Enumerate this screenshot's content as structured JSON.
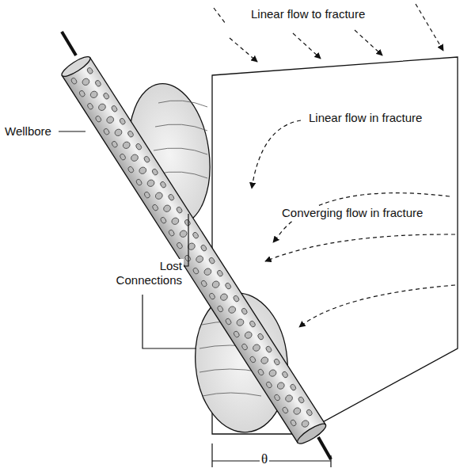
{
  "diagram": {
    "labels": [
      "Linear flow to fracture",
      "Linear flow in fracture",
      "Converging flow in fracture",
      "Wellbore",
      "Lost Connections",
      "θ"
    ]
  }
}
